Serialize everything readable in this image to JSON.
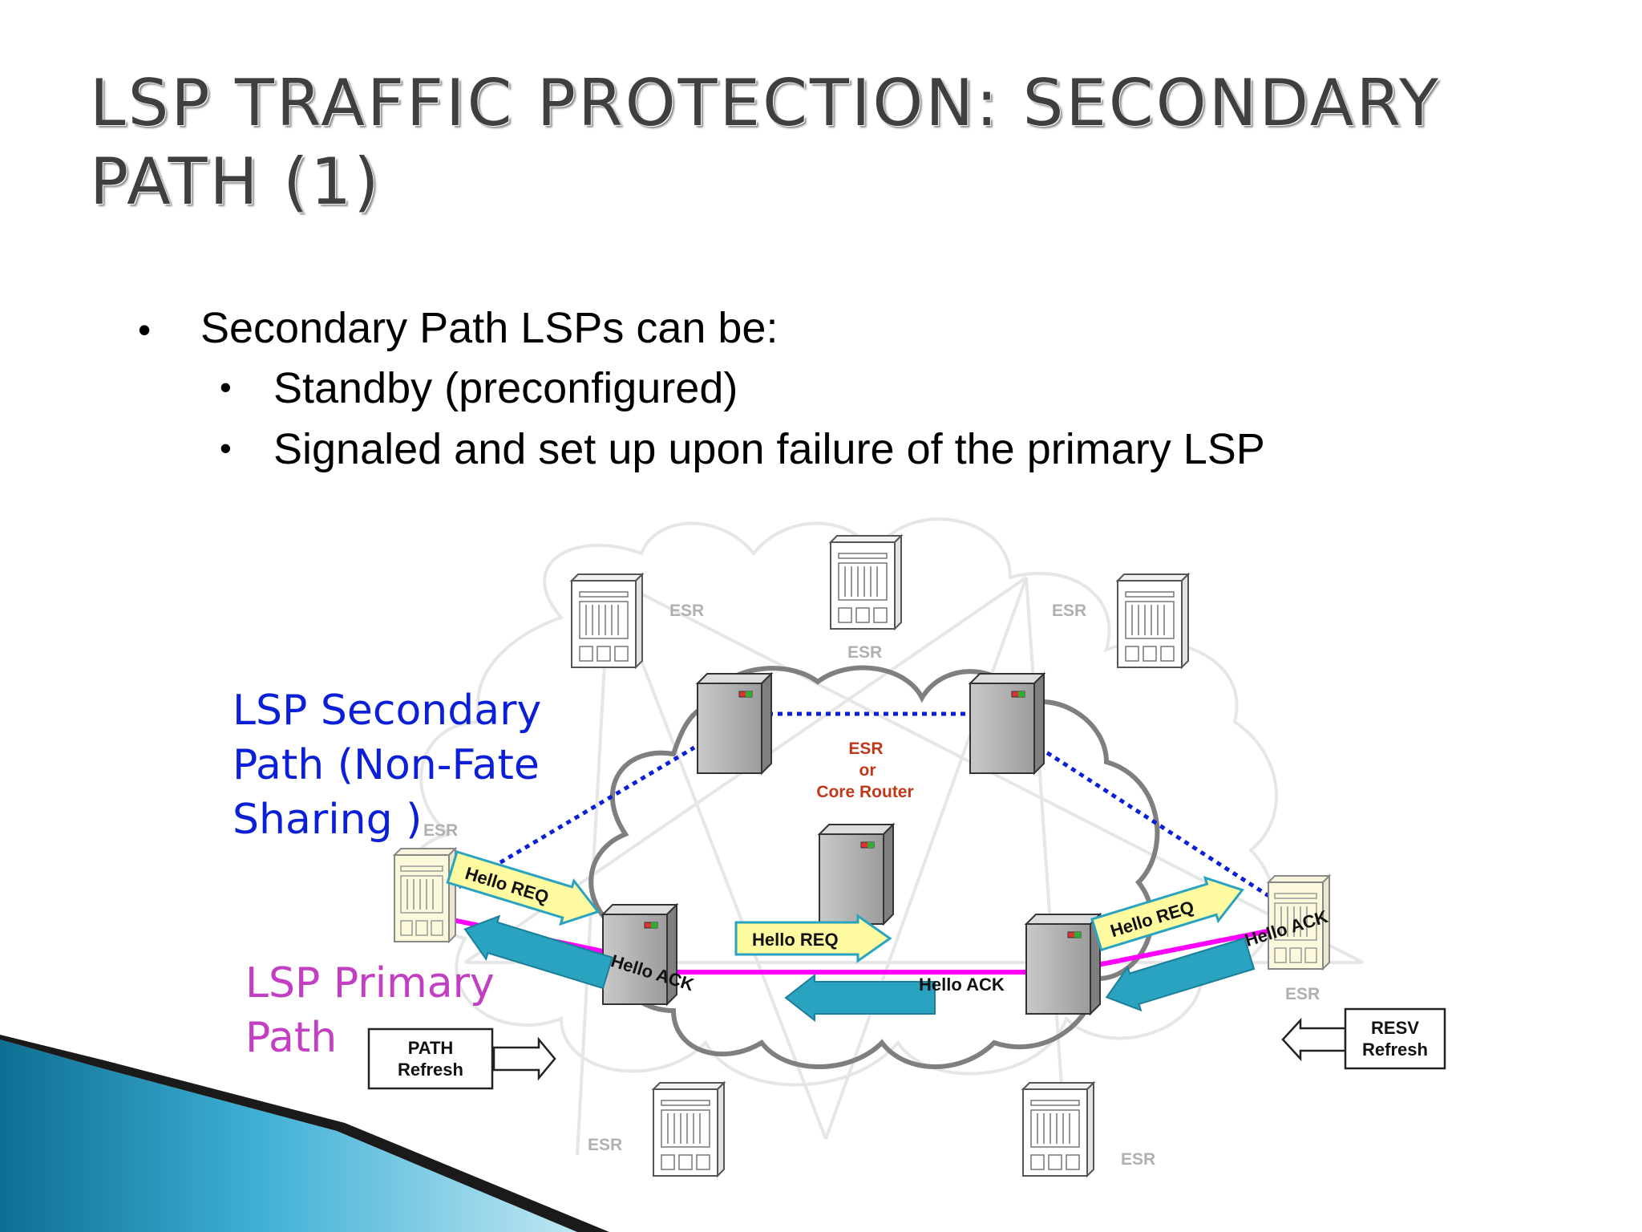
{
  "title": {
    "line1": "LSP TRAFFIC PROTECTION: SECONDARY",
    "line2": "PATH (1)"
  },
  "bullets": {
    "main": "Secondary Path LSPs can be:",
    "sub1": "Standby (preconfigured)",
    "sub2": "Signaled and set up upon failure of the primary LSP",
    "marker": "•"
  },
  "diagram": {
    "secondary_label": [
      "LSP Secondary",
      "Path (Non-Fate",
      "Sharing )"
    ],
    "primary_label": [
      "LSP Primary",
      "Path"
    ],
    "esr_label": "ESR",
    "core_label": [
      "ESR",
      "or",
      "Core Router"
    ],
    "hello_req": "Hello REQ",
    "hello_ack": "Hello ACK",
    "path_refresh": [
      "PATH",
      "Refresh"
    ],
    "resv_refresh": [
      "RESV",
      "Refresh"
    ],
    "colors": {
      "secondary": "#0a1fd6",
      "primary": "#ff00ff",
      "primary_text": "#c23ec2",
      "hello_req_fill": "#fdfaa0",
      "hello_ack_fill": "#2aa3c0",
      "core_text": "#c0381a",
      "esr_text": "#b0b0b0"
    }
  }
}
